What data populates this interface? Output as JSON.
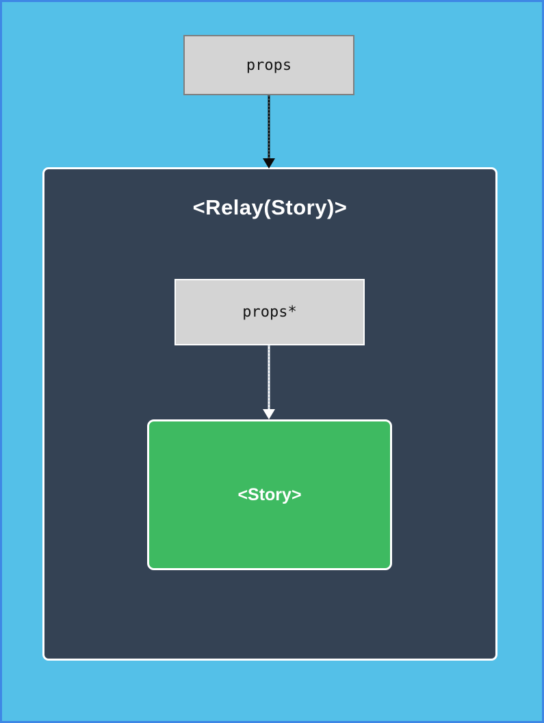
{
  "diagram": {
    "outer_props": {
      "label": "props"
    },
    "relay": {
      "title": "<Relay(Story)>"
    },
    "inner_props": {
      "label": "props*"
    },
    "story": {
      "label": "<Story>"
    },
    "icons": {
      "top_arrow": "arrow-down",
      "inner_arrow": "arrow-down"
    },
    "colors": {
      "page_background": "#54c0e8",
      "page_frame_border": "#3e87e5",
      "relay_container_fill": "#344254",
      "story_fill": "#3eba61",
      "props_box_fill": "#d4d4d4",
      "props_box_border": "#7e7e7e",
      "top_arrow": "#0a0a0a",
      "inner_arrow": "#ffffff",
      "title_text": "#ffffff"
    }
  }
}
